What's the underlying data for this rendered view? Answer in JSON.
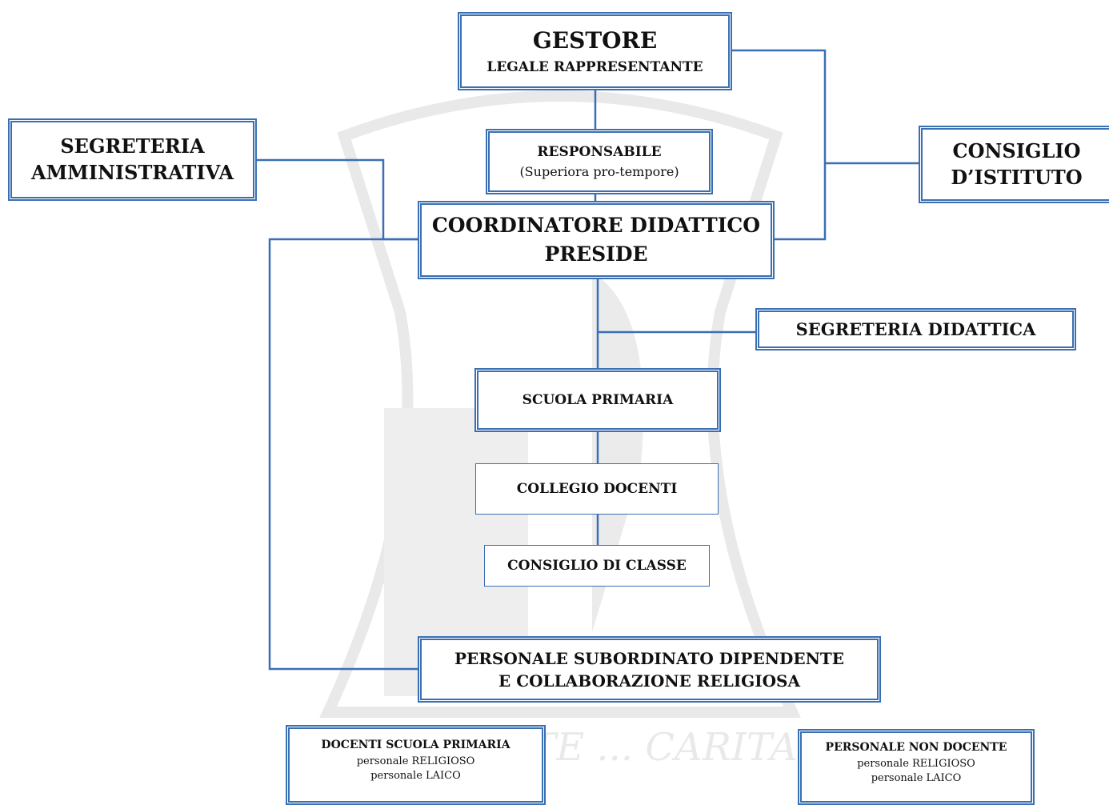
{
  "nodes": {
    "gestore": {
      "title": "GESTORE",
      "subtitle": "LEGALE  RAPPRESENTANTE"
    },
    "responsabile": {
      "title": "RESPONSABILE",
      "subtitle": "(Superiora pro-tempore)"
    },
    "coordinatore": {
      "line1": "COORDINATORE DIDATTICO",
      "line2": "PRESIDE"
    },
    "segreteria_amministrativa": {
      "line1": "SEGRETERIA",
      "line2": "AMMINISTRATIVA"
    },
    "consiglio_istituto": {
      "line1": "CONSIGLIO",
      "line2": "D’ISTITUTO"
    },
    "segreteria_didattica": {
      "label": "SEGRETERIA DIDATTICA"
    },
    "scuola_primaria": {
      "label": "SCUOLA PRIMARIA"
    },
    "collegio_docenti": {
      "label": "COLLEGIO DOCENTI"
    },
    "consiglio_classe": {
      "label": "CONSIGLIO DI CLASSE"
    },
    "personale": {
      "line1": "PERSONALE SUBORDINATO DIPENDENTE",
      "line2": "E  COLLABORAZIONE RELIGIOSA"
    },
    "docenti": {
      "title": "DOCENTI  SCUOLA PRIMARIA",
      "line1": "personale  RELIGIOSO",
      "line2": "personale  LAICO"
    },
    "non_docente": {
      "title": "PERSONALE   NON DOCENTE",
      "line1": "personale  RELIGIOSO",
      "line2": "personale  LAICO"
    }
  },
  "colors": {
    "line": "#3b6fb3",
    "border": "#3b6fb3",
    "watermark": "#555555"
  },
  "watermark": {
    "text": "IN CASTITATE ... CARITAS"
  }
}
